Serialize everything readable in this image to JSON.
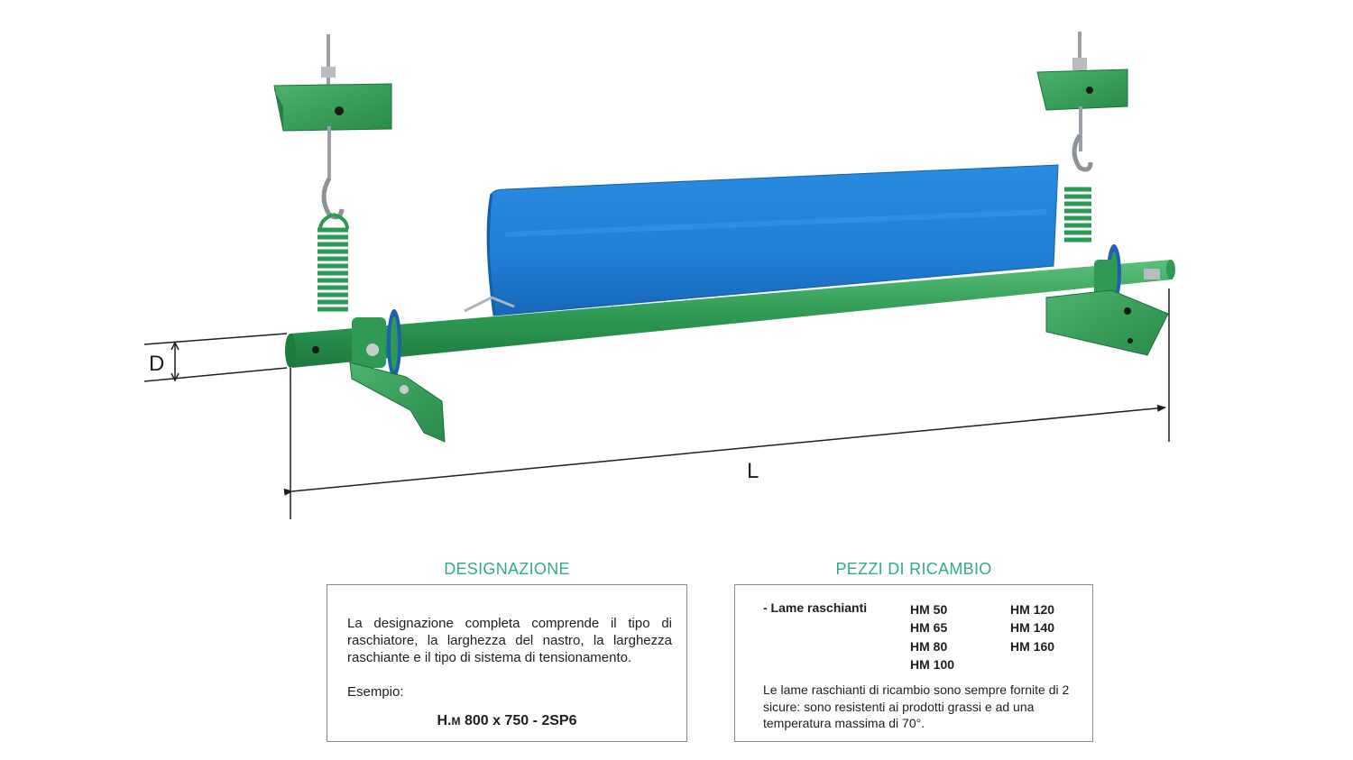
{
  "diagram": {
    "labels": {
      "diameter": "D",
      "length": "L"
    },
    "colors": {
      "frame": "#2e9a55",
      "blade": "#1f7fd6",
      "title_accent": "#2fae84"
    }
  },
  "designazione": {
    "title": "DESIGNAZIONE",
    "text": "La designazione completa comprende il tipo di raschiatore, la larghezza del nastro, la larghezza raschiante e il tipo di sistema di tensionamento.",
    "example_label": "Esempio:",
    "example_code": {
      "prefix": "H.",
      "prefix_small": "M",
      "rest": " 800 x 750 - 2SP6"
    }
  },
  "ricambi": {
    "title": "PEZZI DI RICAMBIO",
    "item_label": "- Lame raschianti",
    "models_col1": [
      "HM 50",
      "HM 65",
      "HM 80",
      "HM 100"
    ],
    "models_col2": [
      "HM 120",
      "HM 140",
      "HM 160"
    ],
    "note": "Le lame raschianti di ricambio sono sempre fornite di 2 sicure: sono resistenti ai prodotti grassi e ad una temperatura massima di 70°."
  }
}
